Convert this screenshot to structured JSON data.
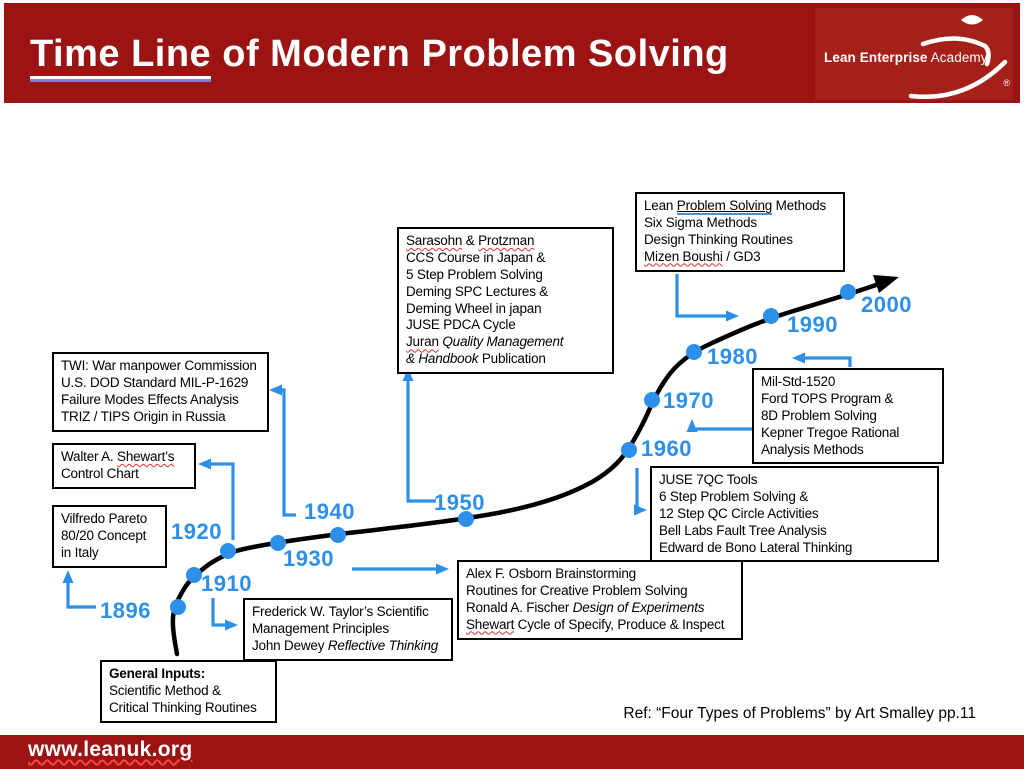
{
  "header": {
    "title_underlined": "Time Line",
    "title_rest": " of Modern Problem Solving",
    "logo": {
      "name_bold": "Lean Enterprise",
      "name_light": " Academy",
      "registered": "®",
      "figure_icon": "leaping-runner-icon"
    }
  },
  "footer": {
    "url": "www.leanuk.org"
  },
  "ref_note": "Ref: “Four Types of Problems” by Art Smalley pp.11",
  "colors": {
    "brand_red": "#9B1313",
    "logo_patch_red": "#A6201A",
    "accent_blue": "#2E8FE8",
    "spellcheck_red": "#E03030",
    "grammar_blue": "#4A90D9",
    "curve_black": "#000000"
  },
  "timeline": {
    "years": [
      "1896",
      "1910",
      "1920",
      "1930",
      "1940",
      "1950",
      "1960",
      "1970",
      "1980",
      "1990",
      "2000"
    ]
  },
  "boxes": {
    "twi": {
      "lines": [
        [
          {
            "t": "TWI: War manpower Commission"
          }
        ],
        [
          {
            "t": "U.S. DOD Standard MIL-P-1629"
          }
        ],
        [
          {
            "t": "Failure Modes Effects Analysis"
          }
        ],
        [
          {
            "t": "TRIZ / TIPS Origin in Russia"
          }
        ]
      ]
    },
    "shewart": {
      "lines": [
        [
          {
            "t": "Walter A. "
          },
          {
            "t": "Shewart’s",
            "s": "sq"
          }
        ],
        [
          {
            "t": "Control Chart"
          }
        ]
      ]
    },
    "pareto": {
      "lines": [
        [
          {
            "t": "Vilfredo Pareto"
          }
        ],
        [
          {
            "t": "80/20 Concept"
          }
        ],
        [
          {
            "t": "in Italy"
          }
        ]
      ]
    },
    "sarasohn": {
      "lines": [
        [
          {
            "t": "Sarasohn",
            "s": "sq"
          },
          {
            "t": " & "
          },
          {
            "t": "Protzman",
            "s": "sq"
          }
        ],
        [
          {
            "t": "CCS Course in Japan &"
          }
        ],
        [
          {
            "t": "5 Step Problem Solving"
          }
        ],
        [
          {
            "t": "Deming SPC Lectures &"
          }
        ],
        [
          {
            "t": "Deming Wheel in japan"
          }
        ],
        [
          {
            "t": "JUSE PDCA Cycle"
          }
        ],
        [
          {
            "t": "Juran",
            "s": "sq"
          },
          {
            "t": " "
          },
          {
            "t": "Quality Management",
            "s": "i"
          }
        ],
        [
          {
            "t": "& Handbook",
            "s": "i"
          },
          {
            "t": " Publication"
          }
        ]
      ]
    },
    "lean": {
      "lines": [
        [
          {
            "t": "Lean "
          },
          {
            "t": "Problem Solving",
            "s": "g"
          },
          {
            "t": " Methods"
          }
        ],
        [
          {
            "t": "Six Sigma Methods"
          }
        ],
        [
          {
            "t": "Design Thinking Routines"
          }
        ],
        [
          {
            "t": "Mizen Boushi",
            "s": "sq"
          },
          {
            "t": " / GD3"
          }
        ]
      ]
    },
    "milstd": {
      "lines": [
        [
          {
            "t": "Mil-Std-1520"
          }
        ],
        [
          {
            "t": "Ford TOPS Program &"
          }
        ],
        [
          {
            "t": "8D Problem Solving"
          }
        ],
        [
          {
            "t": "Kepner Tregoe Rational"
          }
        ],
        [
          {
            "t": "Analysis Methods"
          }
        ]
      ]
    },
    "juse": {
      "lines": [
        [
          {
            "t": "JUSE 7QC Tools"
          }
        ],
        [
          {
            "t": "6 Step Problem Solving &"
          }
        ],
        [
          {
            "t": "12 Step QC Circle Activities"
          }
        ],
        [
          {
            "t": "Bell Labs Fault Tree Analysis"
          }
        ],
        [
          {
            "t": "Edward de Bono Lateral Thinking"
          }
        ]
      ]
    },
    "osborn": {
      "lines": [
        [
          {
            "t": "Alex F. Osborn Brainstorming"
          }
        ],
        [
          {
            "t": "Routines for Creative Problem Solving"
          }
        ],
        [
          {
            "t": "Ronald A. Fischer "
          },
          {
            "t": "Design of Experiments",
            "s": "i"
          }
        ],
        [
          {
            "t": "Shewart",
            "s": "sq"
          },
          {
            "t": " Cycle of Specify, Produce & Inspect"
          }
        ]
      ]
    },
    "taylor": {
      "lines": [
        [
          {
            "t": "Frederick W. Taylor’s Scientific"
          }
        ],
        [
          {
            "t": "Management Principles"
          }
        ],
        [
          {
            "t": "John Dewey "
          },
          {
            "t": "Reflective Thinking",
            "s": "i"
          }
        ]
      ]
    },
    "general": {
      "lines": [
        [
          {
            "t": "General Inputs:",
            "s": "b"
          }
        ],
        [
          {
            "t": "Scientific Method &"
          }
        ],
        [
          {
            "t": "Critical Thinking Routines"
          }
        ]
      ]
    }
  }
}
